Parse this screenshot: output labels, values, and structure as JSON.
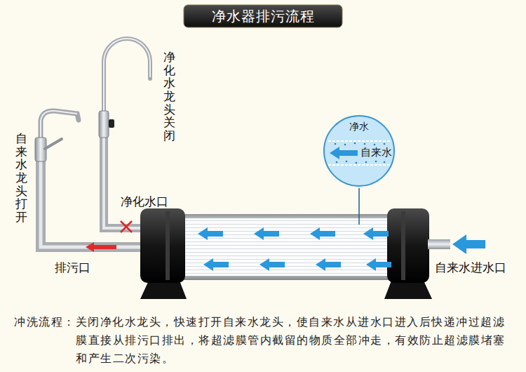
{
  "diagram": {
    "title": "净水器排污流程",
    "caption": "冲洗流程：关闭净化水龙头，快速打开自来水龙头，使自来水从进水口进入后快递冲过超滤膜直接从排污口排出，将超滤膜管内截留的物质全部冲走，有效防止超滤膜堵塞和产生二次污染。",
    "nodes": [
      {
        "text": [
          "净水",
          "自来水"
        ]
      }
    ],
    "labels": [
      "净化水龙头关闭",
      "自来水龙头打开",
      "净化水口",
      "排污口",
      "自来水进水口"
    ]
  }
}
